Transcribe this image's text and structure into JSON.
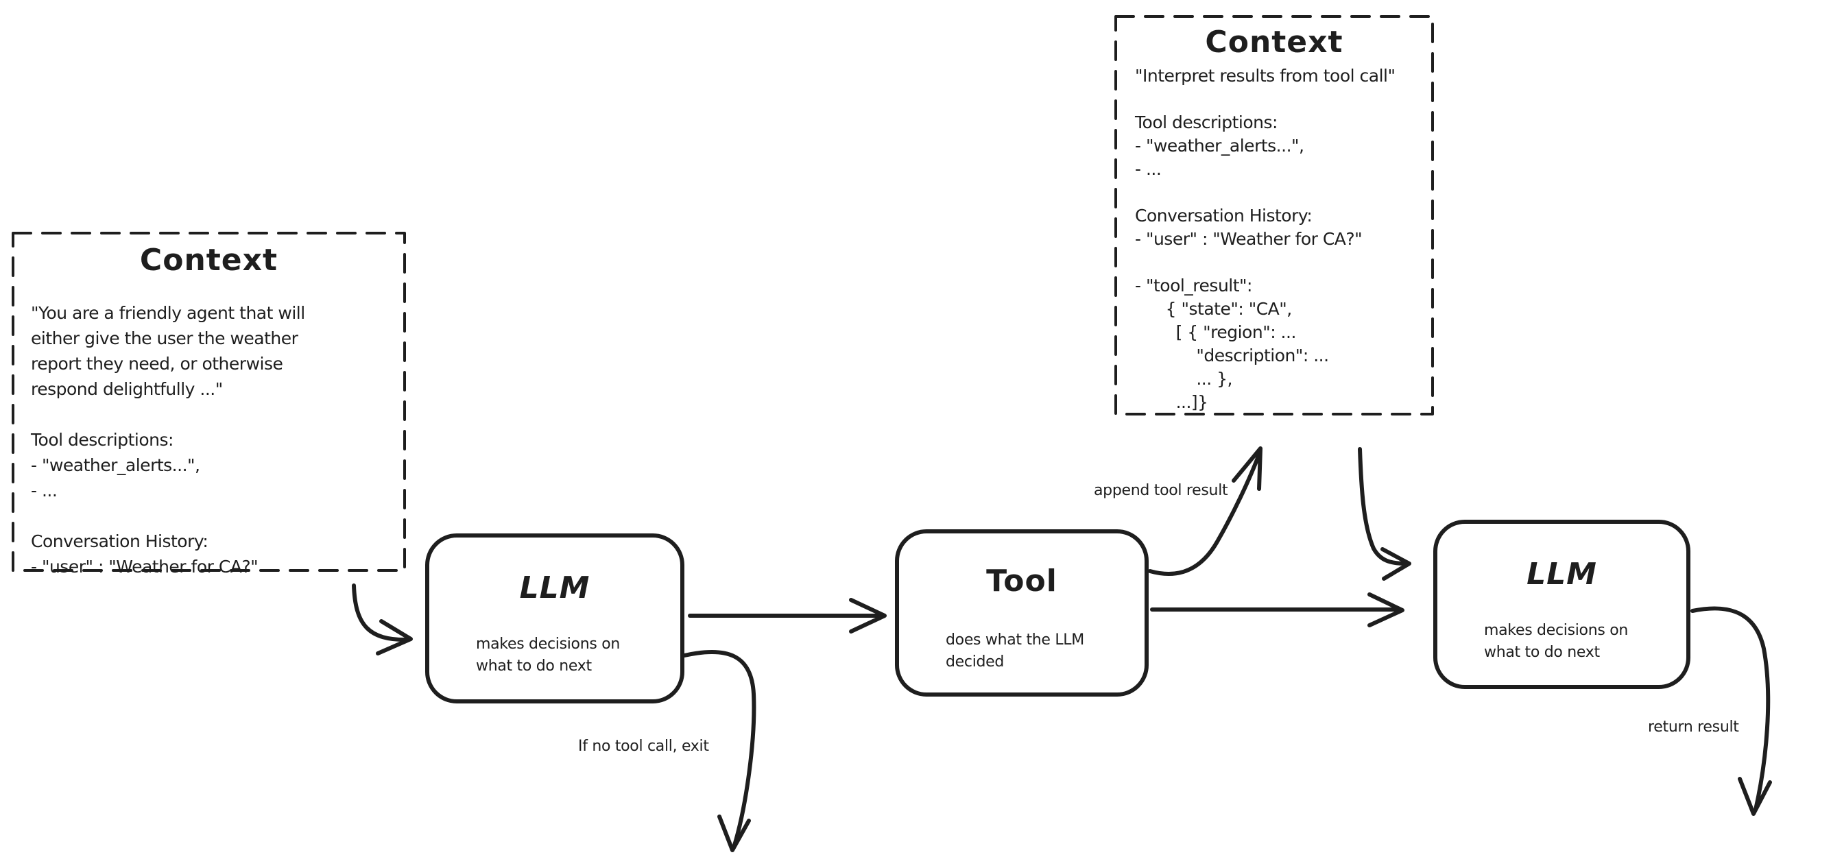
{
  "canvas": {
    "background": "#ffffff",
    "ink_color": "#1e1e1e"
  },
  "context_left": {
    "title": "Context",
    "lines": [
      "\"You are a friendly agent that will",
      "either give the user the weather",
      "report they need, or otherwise",
      "respond delightfully ...\"",
      "",
      "Tool descriptions:",
      "- \"weather_alerts...\",",
      "- ...",
      "",
      "Conversation History:",
      "- \"user\" : \"Weather for CA?\""
    ]
  },
  "context_top": {
    "title": "Context",
    "lines": [
      "\"Interpret results from tool call\"",
      "",
      "Tool descriptions:",
      "- \"weather_alerts...\",",
      "- ...",
      "",
      "Conversation History:",
      "- \"user\" : \"Weather for CA?\"",
      "",
      "- \"tool_result\":",
      "      { \"state\": \"CA\",",
      "        [ { \"region\": ...",
      "            \"description\": ...",
      "            ... },",
      "        ...]}"
    ]
  },
  "nodes": [
    {
      "id": "llm-1",
      "title": "LLM",
      "subtitle_lines": [
        "makes decisions on",
        "what to do next"
      ]
    },
    {
      "id": "tool",
      "title": "Tool",
      "subtitle_lines": [
        "does what the LLM",
        "decided"
      ]
    },
    {
      "id": "llm-2",
      "title": "LLM",
      "subtitle_lines": [
        "makes decisions on",
        "what to do next"
      ]
    }
  ],
  "edge_labels": {
    "append_tool_result": "append tool result",
    "no_tool_exit": "If no tool call, exit",
    "return_result": "return result"
  }
}
